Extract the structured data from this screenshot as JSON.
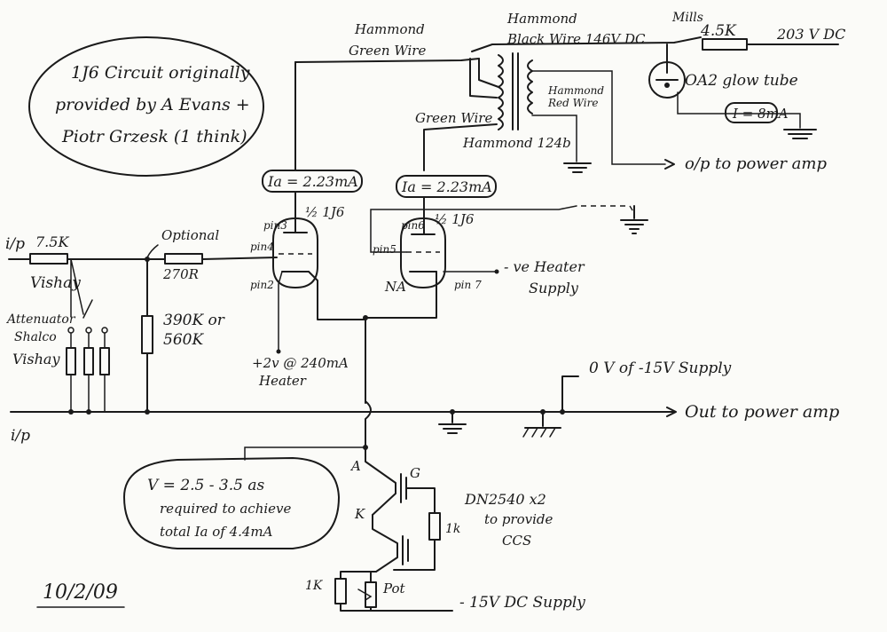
{
  "note": {
    "line1": "1J6 Circuit originally",
    "line2": "provided by A Evans +",
    "line3": "Piotr Grzesk (1 think)"
  },
  "transformer": {
    "green_wire_top_1": "Hammond",
    "green_wire_top_2": "Green Wire",
    "black_wire_1": "Hammond",
    "black_wire_2": "Black Wire  146V  DC",
    "red_wire_1": "Hammond",
    "red_wire_2": "Red Wire",
    "green_wire_left": "Green Wire",
    "model": "Hammond 124b"
  },
  "supply": {
    "resistor_1": "Mills",
    "resistor_2": "4.5K",
    "voltage": "203 V DC",
    "glow_tube": "OA2 glow tube",
    "current": "I = 8mA"
  },
  "outputs": {
    "op_power_amp": "o/p to power amp",
    "out_power_amp": "Out to power amp",
    "zero_v": "0 V of  -15V Supply"
  },
  "tubes": {
    "ia_left": "Ia = 2.23mA",
    "ia_right": "Ia = 2.23mA",
    "half_left": "½ 1J6",
    "half_right": "½ 1J6",
    "pin3": "pin3",
    "pin4": "pin4",
    "pin2": "pin2",
    "pin6": "pin6",
    "pin5": "pin5",
    "na": "NA",
    "pin7": "pin 7",
    "heater_neg_1": "- ve Heater",
    "heater_neg_2": "Supply",
    "heater_pos_1": "+2v @ 240mA",
    "heater_pos_2": "Heater"
  },
  "input": {
    "ip_top": "i/p",
    "ip_bottom": "i/p",
    "r_in": "7.5K",
    "vishay": "Vishay",
    "optional": "Optional",
    "r_opt": "270R",
    "r_grid_1": "390K or",
    "r_grid_2": "560K",
    "att_1": "Attenuator",
    "att_2": "Shalco",
    "att_3": "Vishay"
  },
  "ccs": {
    "v_1": "V =  2.5 - 3.5 as",
    "v_2": "required to achieve",
    "v_3": "total Ia of 4.4mA",
    "node_a": "A",
    "node_g": "G",
    "node_k": "K",
    "r_gate": "1k",
    "r_low": "1K",
    "pot": "Pot",
    "dn_1": "DN2540 x2",
    "dn_2": "to provide",
    "dn_3": "CCS",
    "supply": "- 15V  DC  Supply"
  },
  "date": "10/2/09"
}
